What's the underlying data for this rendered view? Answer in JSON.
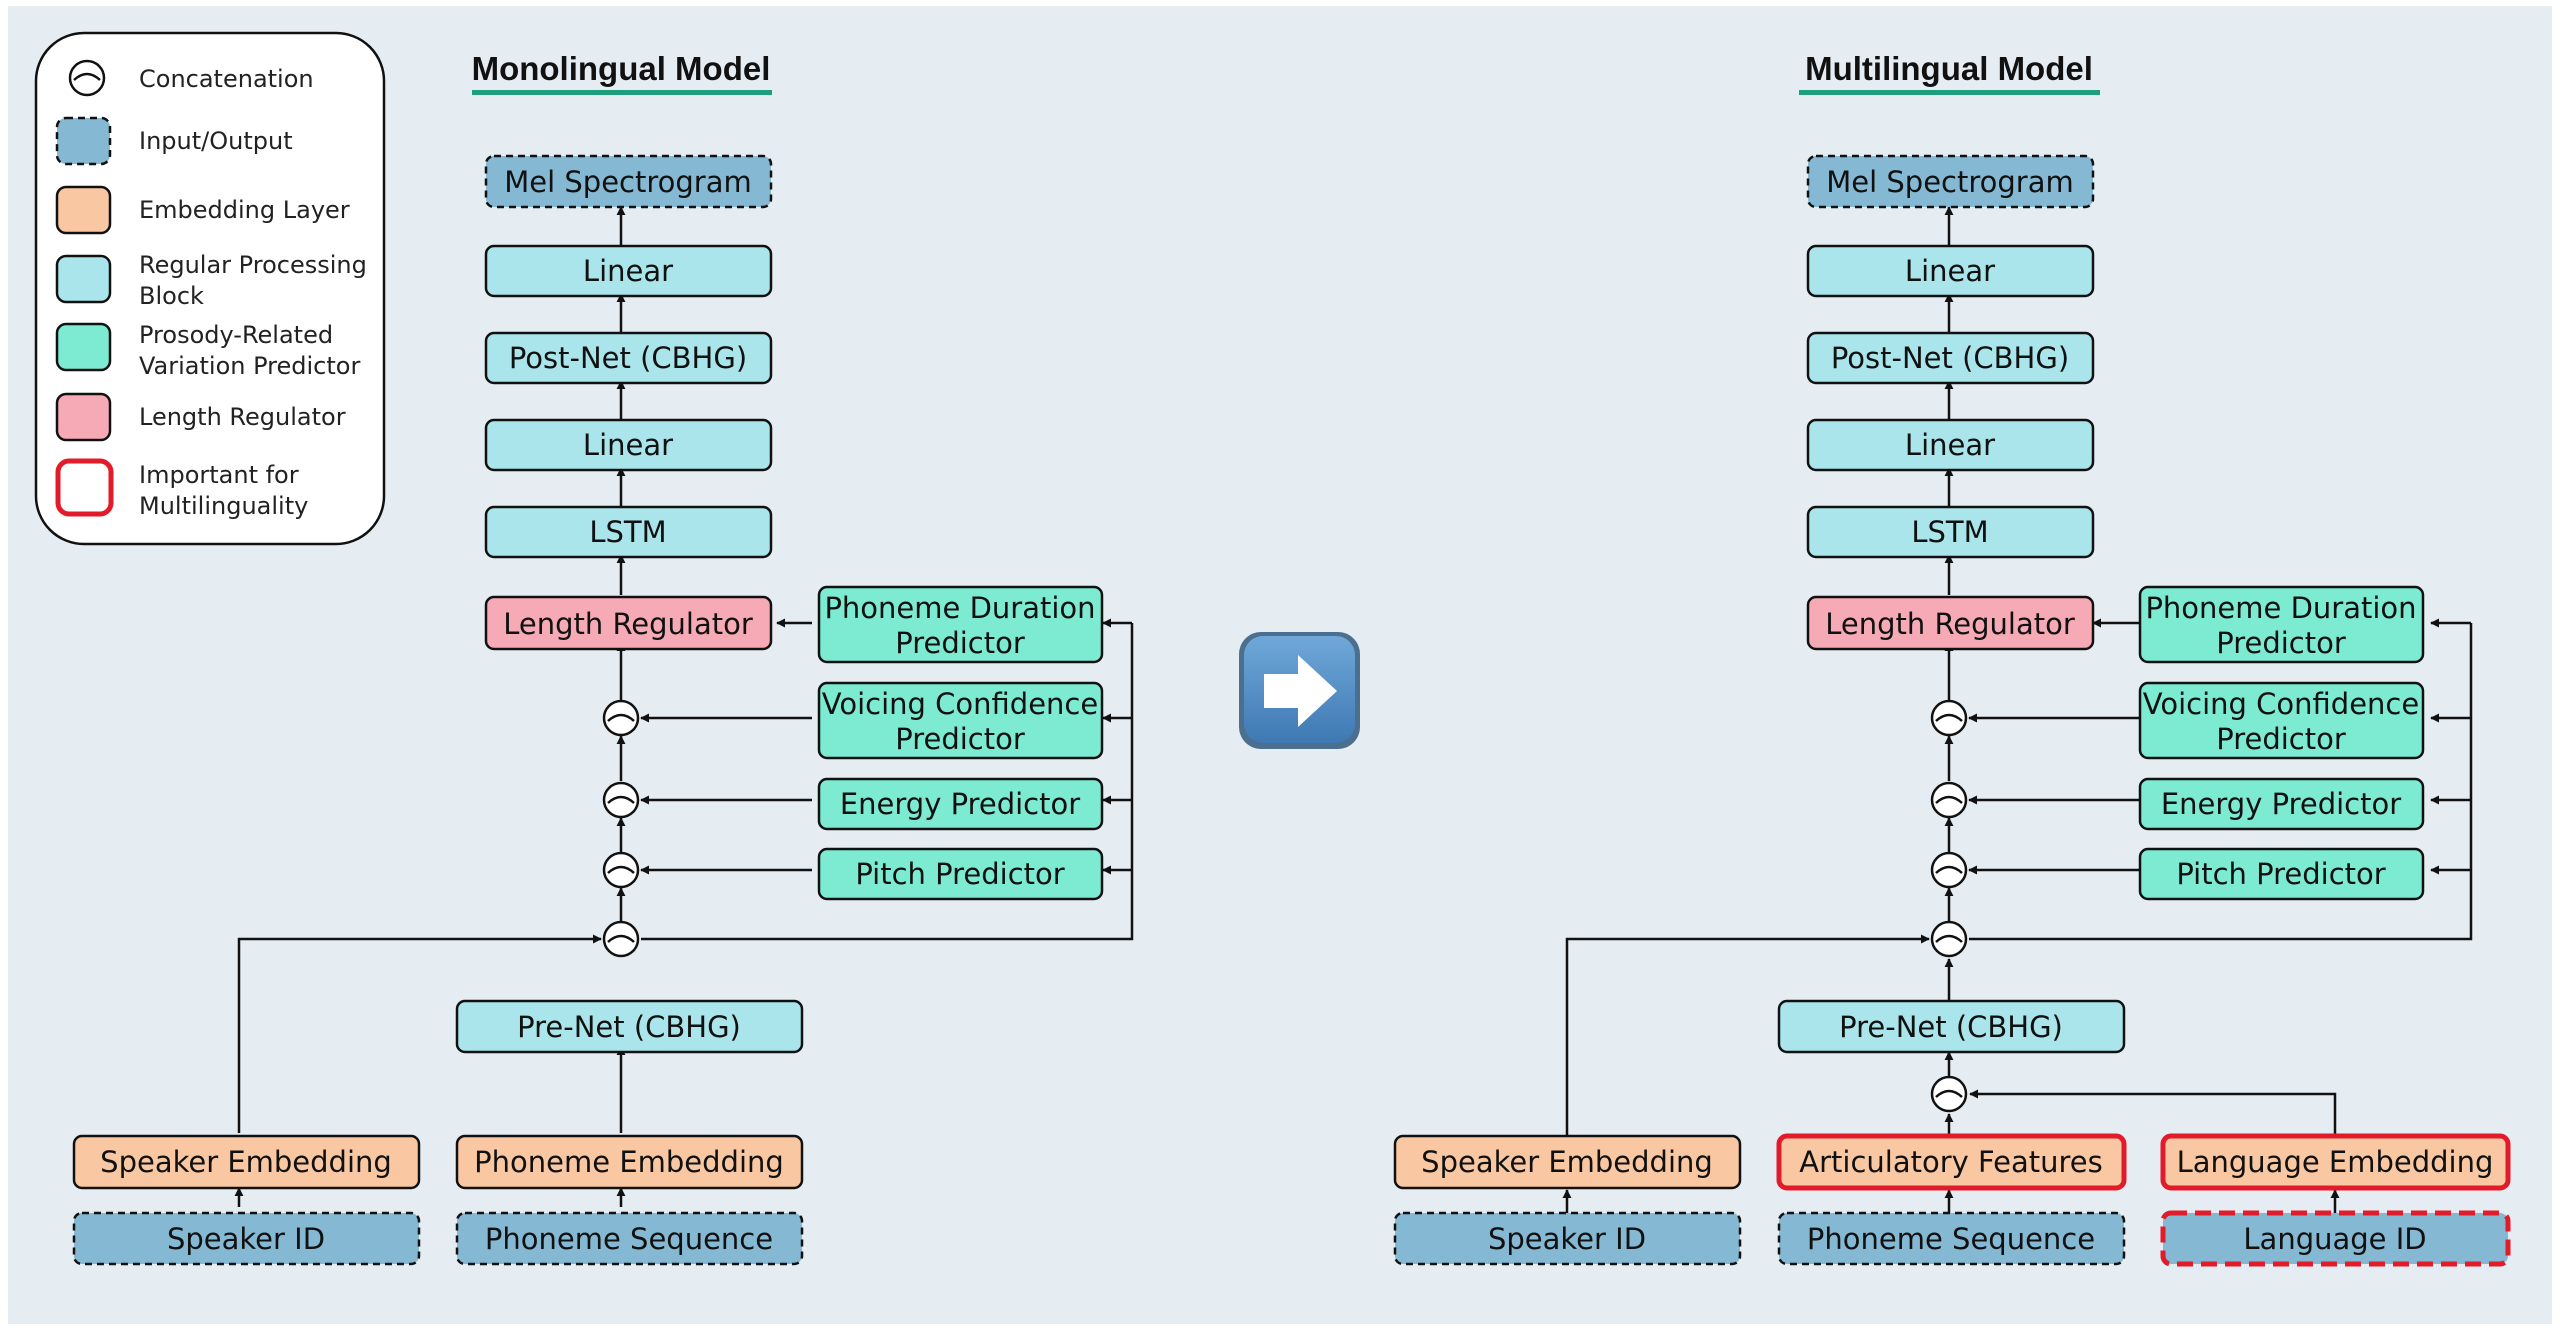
{
  "legend": {
    "concatenation": "Concatenation",
    "input_output": "Input/Output",
    "embedding_layer": "Embedding Layer",
    "regular_block_1": "Regular Processing",
    "regular_block_2": "Block",
    "prosody_1": "Prosody-Related",
    "prosody_2": "Variation Predictor",
    "length_regulator": "Length Regulator",
    "important_1": "Important for",
    "important_2": "Multilinguality"
  },
  "colors": {
    "io": "#85b8d2",
    "embedding": "#f9c8a2",
    "regular": "#a9e5ea",
    "prosody": "#7dead2",
    "length_regulator": "#f5aab5",
    "important": "#e21b2a",
    "title_underline": "#1f9e7e",
    "background": "#e5edf2"
  },
  "mono": {
    "title": "Monolingual Model",
    "mel": "Mel Spectrogram",
    "linear_top": "Linear",
    "postnet": "Post-Net (CBHG)",
    "linear_bottom": "Linear",
    "lstm": "LSTM",
    "length_regulator": "Length Regulator",
    "duration_1": "Phoneme Duration",
    "duration_2": "Predictor",
    "voicing_1": "Voicing Confidence",
    "voicing_2": "Predictor",
    "energy": "Energy Predictor",
    "pitch": "Pitch Predictor",
    "prenet": "Pre-Net (CBHG)",
    "speaker_embedding": "Speaker Embedding",
    "phoneme_embedding": "Phoneme Embedding",
    "speaker_id": "Speaker ID",
    "phoneme_sequence": "Phoneme Sequence"
  },
  "arrow_icon": "right-arrow-emoji-icon",
  "multi": {
    "title": "Multilingual Model",
    "mel": "Mel Spectrogram",
    "linear_top": "Linear",
    "postnet": "Post-Net (CBHG)",
    "linear_bottom": "Linear",
    "lstm": "LSTM",
    "length_regulator": "Length Regulator",
    "duration_1": "Phoneme Duration",
    "duration_2": "Predictor",
    "voicing_1": "Voicing Confidence",
    "voicing_2": "Predictor",
    "energy": "Energy Predictor",
    "pitch": "Pitch Predictor",
    "prenet": "Pre-Net (CBHG)",
    "speaker_embedding": "Speaker Embedding",
    "articulatory": "Articulatory Features",
    "language_embedding": "Language Embedding",
    "speaker_id": "Speaker ID",
    "phoneme_sequence": "Phoneme Sequence",
    "language_id": "Language ID"
  }
}
